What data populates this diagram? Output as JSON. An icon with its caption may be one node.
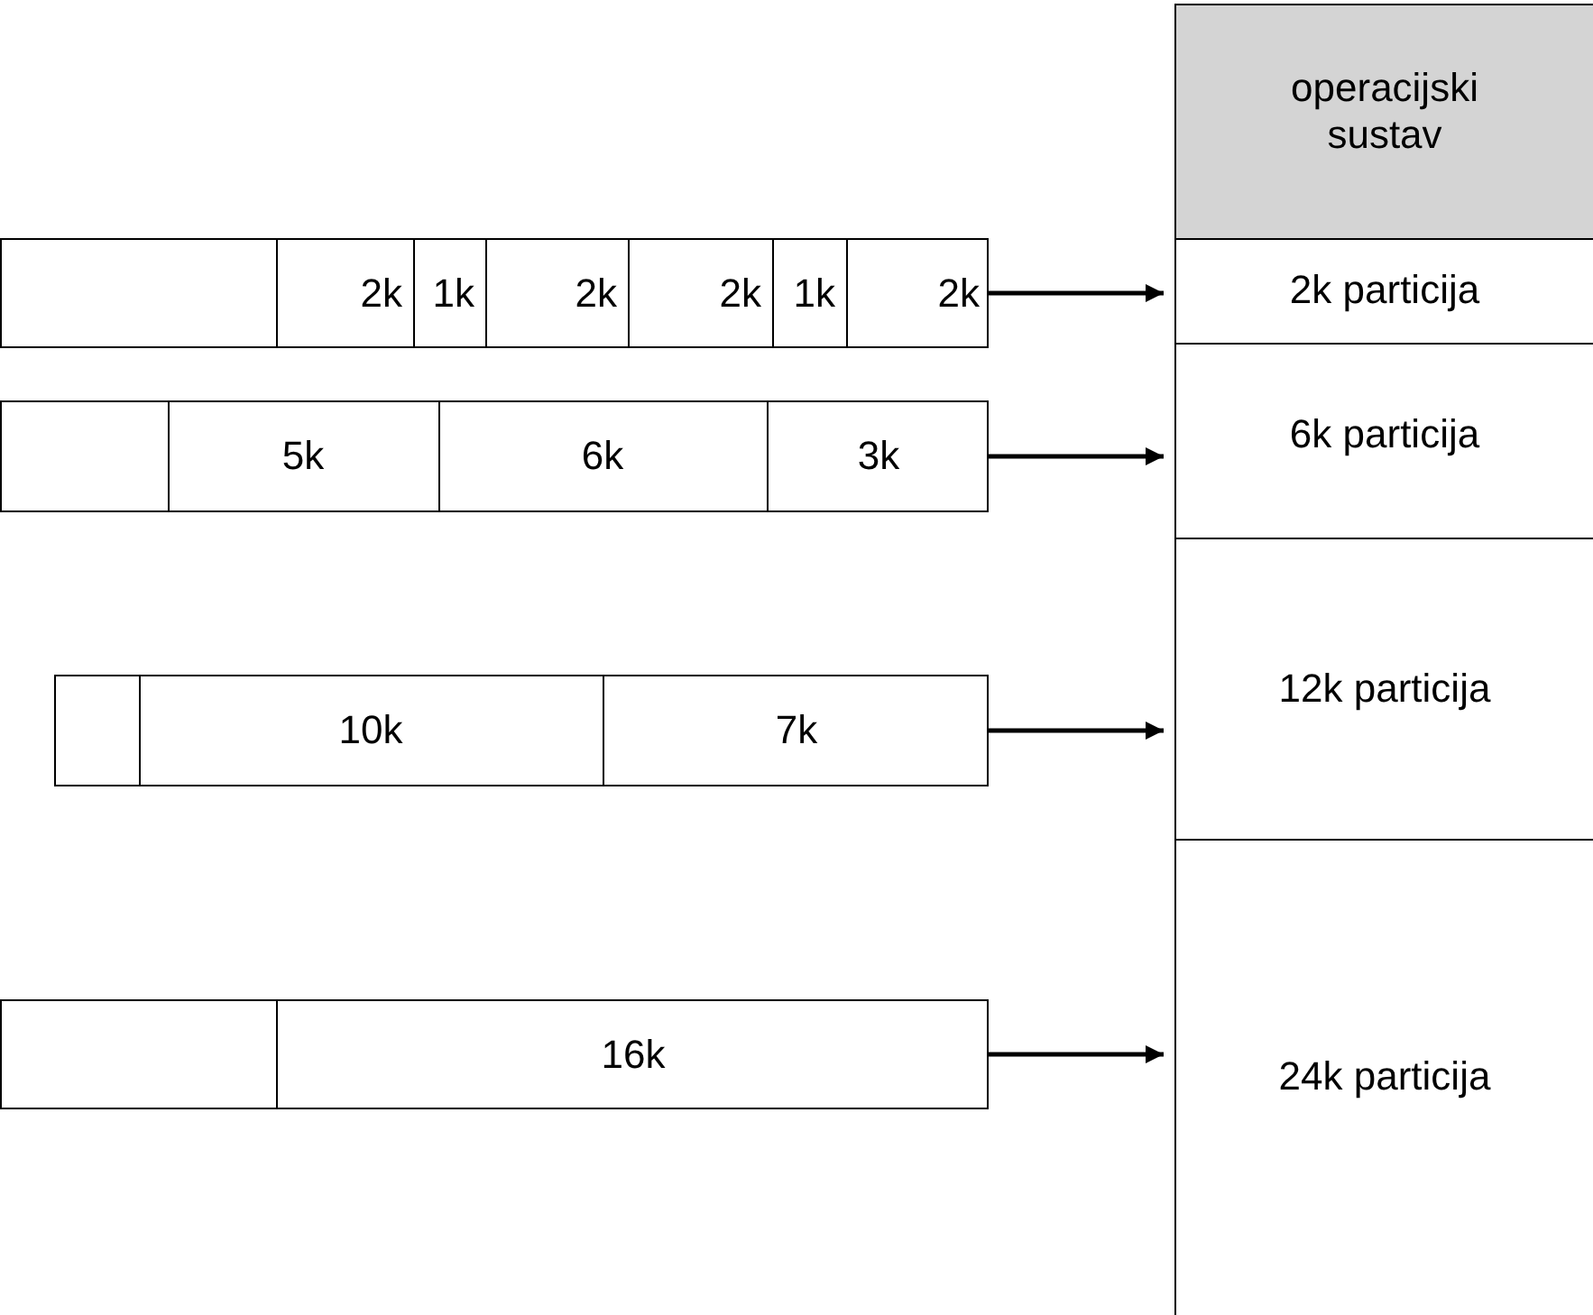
{
  "diagram": {
    "nodes": [
      {
        "text": [
          "operacijski sustav"
        ]
      },
      {
        "text": [
          "2k particija"
        ]
      },
      {
        "text": [
          "6k particija"
        ]
      },
      {
        "text": [
          "12k particija"
        ]
      },
      {
        "text": [
          "24k particija"
        ]
      },
      {
        "text": [],
        "shape": "bar"
      },
      {
        "text": [],
        "shape": "box",
        "in": 5
      },
      {
        "text": [
          "2k"
        ],
        "in": 5
      },
      {
        "text": [
          "1k"
        ],
        "in": 5
      },
      {
        "text": [
          "2k"
        ],
        "in": 5
      },
      {
        "text": [
          "2k"
        ],
        "in": 5
      },
      {
        "text": [
          "1k"
        ],
        "in": 5
      },
      {
        "text": [
          "2k"
        ],
        "in": 5
      },
      {
        "text": [],
        "shape": "bar"
      },
      {
        "text": [],
        "shape": "box",
        "in": 13
      },
      {
        "text": [
          "5k"
        ],
        "in": 13
      },
      {
        "text": [
          "6k"
        ],
        "in": 13
      },
      {
        "text": [
          "3k"
        ],
        "in": 13
      },
      {
        "text": [],
        "shape": "bar"
      },
      {
        "text": [],
        "shape": "box",
        "in": 18
      },
      {
        "text": [
          "10k"
        ],
        "in": 18
      },
      {
        "text": [
          "7k"
        ],
        "in": 18
      },
      {
        "text": [],
        "shape": "bar"
      },
      {
        "text": [],
        "shape": "box",
        "in": 22
      },
      {
        "text": [
          "16k"
        ],
        "in": 22
      }
    ],
    "edges": [
      {
        "from": 5,
        "to": 1,
        "arrow": "to"
      },
      {
        "from": 13,
        "to": 2,
        "arrow": "to"
      },
      {
        "from": 18,
        "to": 3,
        "arrow": "to"
      },
      {
        "from": 22,
        "to": 4,
        "arrow": "to"
      }
    ]
  }
}
